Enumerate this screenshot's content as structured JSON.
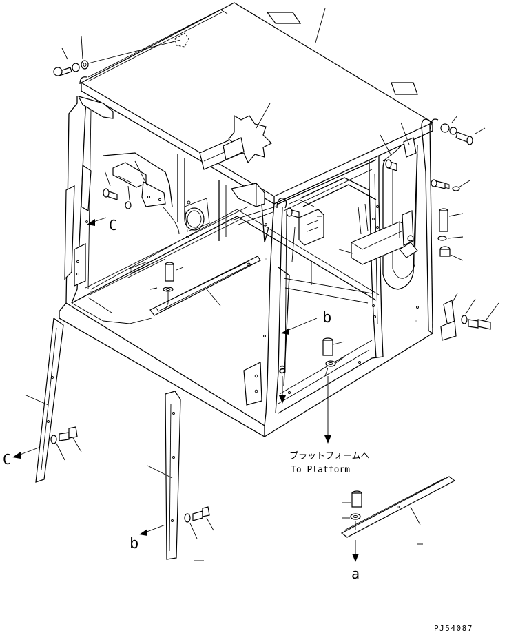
{
  "callouts": {
    "c_upper": "C",
    "c_lower": "C",
    "b_upper": "b",
    "b_lower": "b",
    "a_upper": "a",
    "a_lower": "a"
  },
  "note": {
    "jp": "プラットフォームへ",
    "en": "To Platform"
  },
  "drawing_number": "PJ54087",
  "icons": [
    "bolt-icon",
    "washer-icon",
    "arrow-icon"
  ]
}
